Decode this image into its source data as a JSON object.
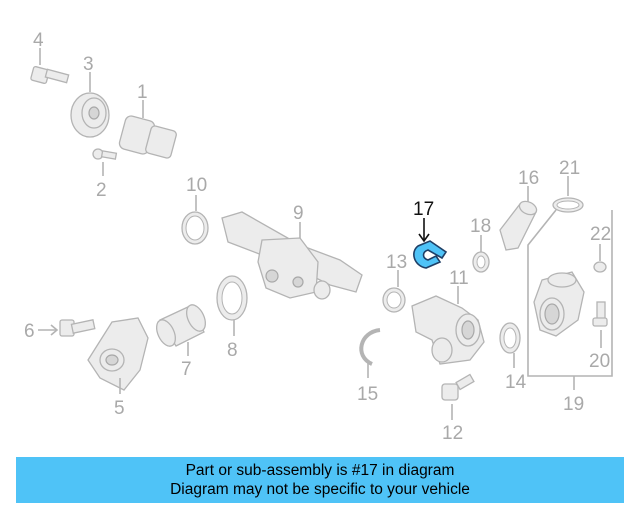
{
  "diagram": {
    "callouts": [
      "1",
      "2",
      "3",
      "4",
      "5",
      "6",
      "7",
      "8",
      "9",
      "10",
      "11",
      "12",
      "13",
      "14",
      "15",
      "16",
      "17",
      "18",
      "19",
      "20",
      "21",
      "22"
    ],
    "highlighted_part": "17",
    "highlight_color": "#4fc3f7"
  },
  "caption": {
    "line1": "Part or sub-assembly is #17 in diagram",
    "line2": "Diagram may not be specific to your vehicle"
  }
}
